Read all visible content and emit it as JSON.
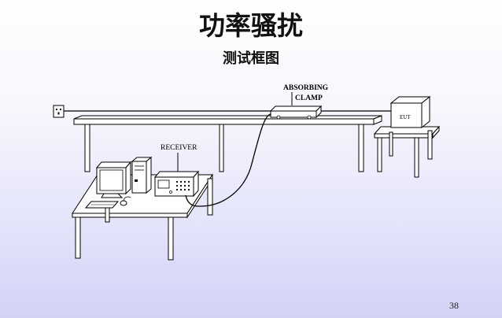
{
  "slide": {
    "title": "功率骚扰",
    "subtitle": "测试框图",
    "page_number": "38"
  },
  "labels": {
    "clamp_line1": "ABSORBING",
    "clamp_line2": "CLAMP",
    "receiver": "RECEIVER",
    "eut": "EUT"
  },
  "icons": [
    "power-outlet-icon",
    "monitor-icon",
    "pc-tower-icon",
    "keyboard-icon",
    "mouse-icon",
    "receiver-device-icon",
    "eut-box-icon"
  ],
  "colors": {
    "background_top": "#ffffff",
    "background_bottom": "#d2d2f6",
    "line": "#000000",
    "fill": "#ffffff"
  }
}
